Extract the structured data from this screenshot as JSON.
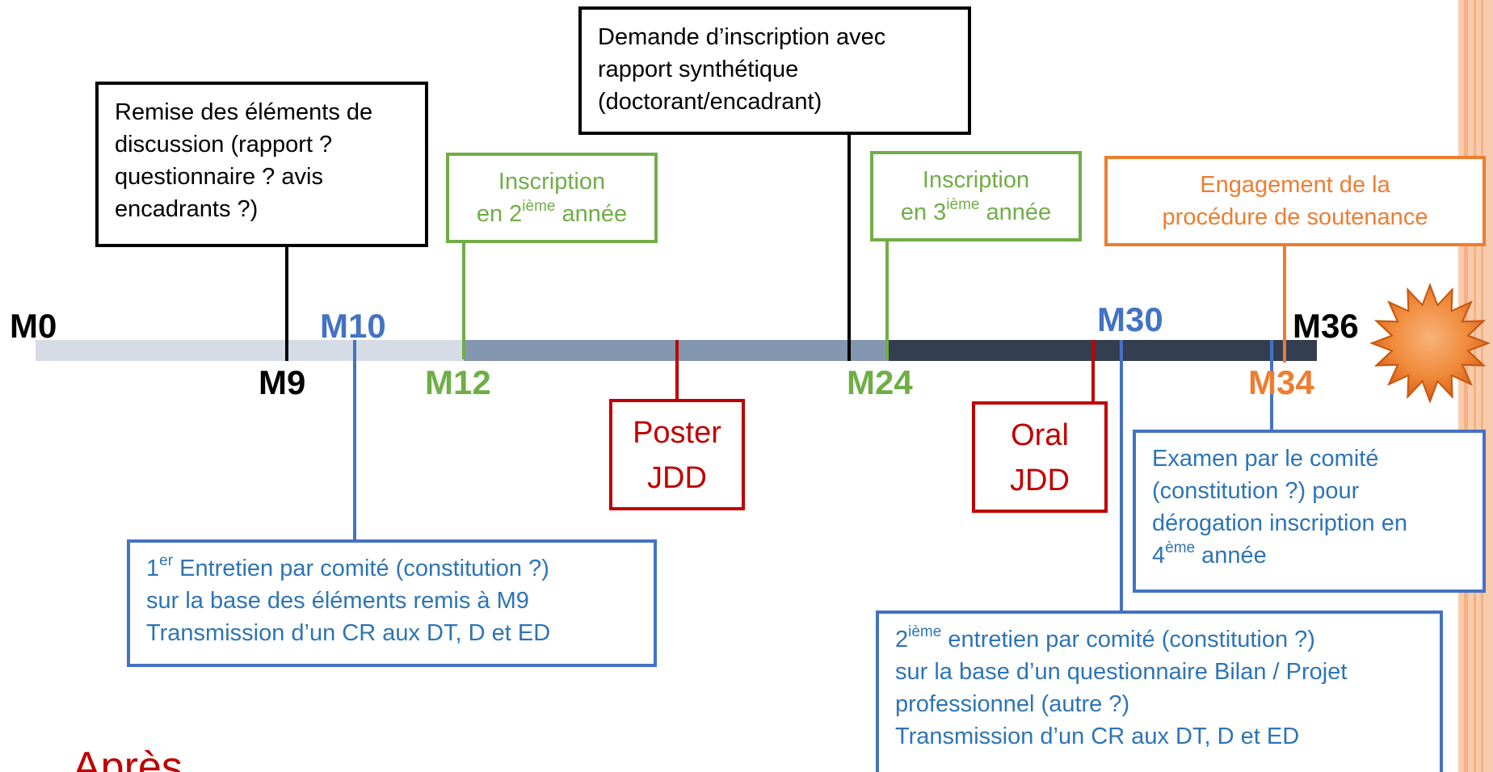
{
  "colors": {
    "black": "#000000",
    "green": "#70ad47",
    "blue": "#4472c4",
    "blue_text": "#2e74b5",
    "red": "#c00000",
    "orange": "#ed7d31",
    "timeline_light": "#d6dce5",
    "timeline_mid": "#8497b0",
    "timeline_dark": "#333f50"
  },
  "milestones": {
    "m0": "M0",
    "m9": "M9",
    "m10": "M10",
    "m12": "M12",
    "m24": "M24",
    "m30": "M30",
    "m34": "M34",
    "m36": "M36"
  },
  "boxes": {
    "remise": {
      "lines": [
        "Remise des éléments de",
        "discussion (rapport ?",
        "questionnaire ? avis",
        "encadrants ?)"
      ]
    },
    "demande": {
      "lines": [
        "Demande d’inscription avec",
        "rapport synthétique",
        "(doctorant/encadrant)"
      ]
    },
    "inscription2": {
      "line1": "Inscription",
      "prefix": "en 2",
      "sup": "ième",
      "suffix": " année"
    },
    "inscription3": {
      "line1": "Inscription",
      "prefix": "en 3",
      "sup": "ième",
      "suffix": " année"
    },
    "engagement": {
      "lines": [
        "Engagement de la",
        "procédure de soutenance"
      ]
    },
    "poster": {
      "lines": [
        "Poster",
        "JDD"
      ]
    },
    "oral": {
      "lines": [
        "Oral",
        "JDD"
      ]
    },
    "entretien1": {
      "prefix": "1",
      "sup": "er",
      "suffix": " Entretien par comité (constitution ?)",
      "lines": [
        "sur la base des éléments remis à M9",
        "Transmission d’un CR aux DT, D et ED"
      ]
    },
    "examen": {
      "lines": [
        "Examen par le comité",
        "(constitution ?) pour",
        "dérogation inscription en"
      ],
      "last_prefix": "4",
      "last_sup": "ème",
      "last_suffix": " année"
    },
    "entretien2": {
      "prefix": "2",
      "sup": "ième",
      "suffix": " entretien par comité (constitution ?)",
      "lines": [
        "sur la base d’un questionnaire Bilan / Projet",
        "professionnel (autre ?)",
        "Transmission d’un CR aux DT, D et ED"
      ]
    }
  },
  "footer_text": "Après"
}
